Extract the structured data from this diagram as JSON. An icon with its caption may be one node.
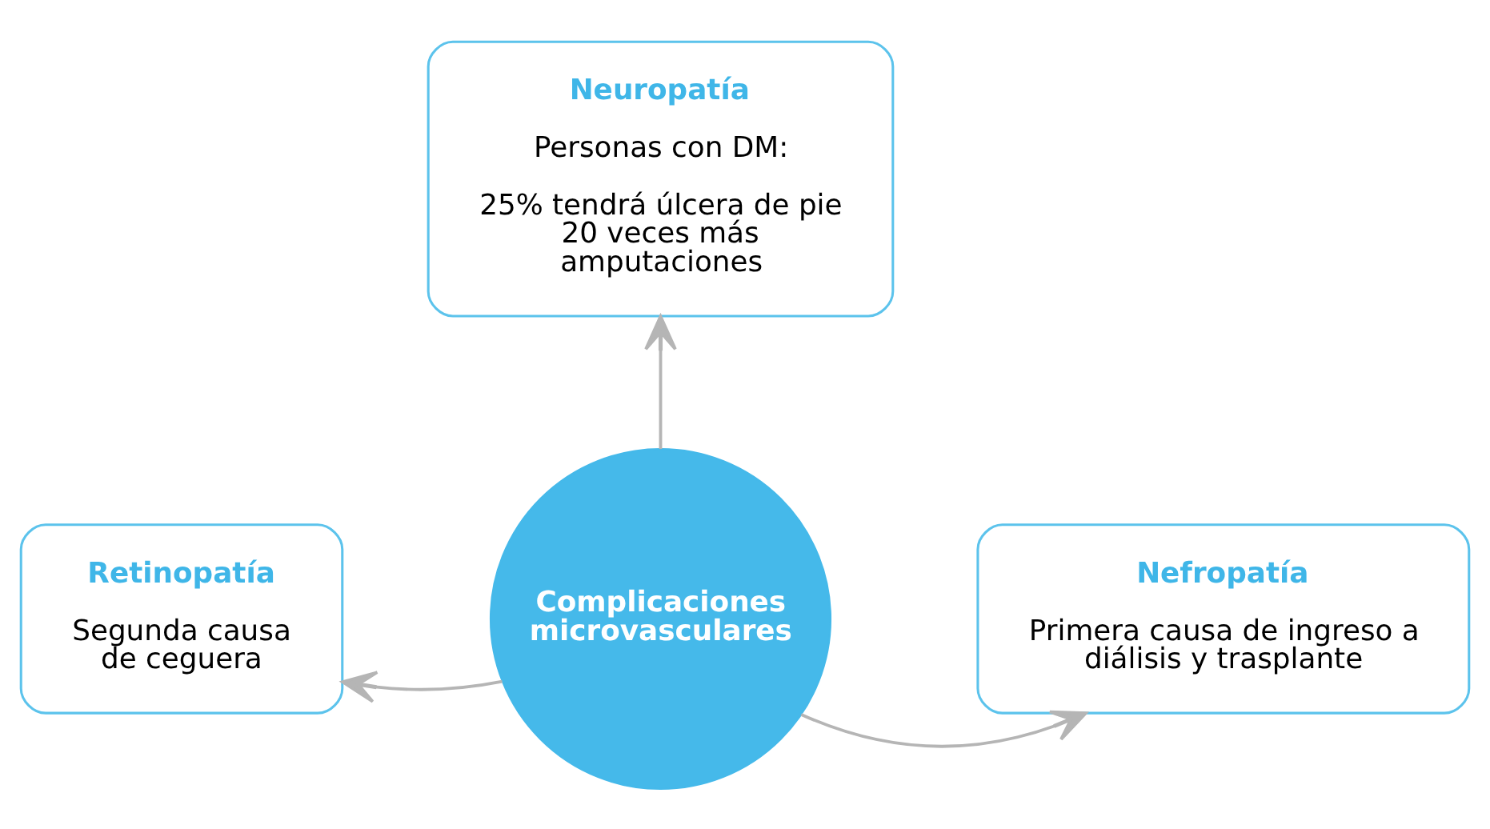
{
  "diagram": {
    "nodes": [
      {
        "text": [
          "Complicaciones microvasculares"
        ]
      },
      {
        "text": [
          "Neuropatía",
          "Personas con DM:",
          "25% tendrá úlcera de pie 20 veces más amputaciones"
        ]
      },
      {
        "text": [
          "Retinopatía",
          "Segunda causa de ceguera"
        ]
      },
      {
        "text": [
          "Nefropatía",
          "Primera causa de ingreso a diálisis y trasplante"
        ]
      }
    ],
    "edges": [
      {
        "from": 0,
        "to": 1,
        "arrow": "to"
      },
      {
        "from": 0,
        "to": 2,
        "arrow": "to"
      },
      {
        "from": 0,
        "to": 3,
        "arrow": "to"
      }
    ]
  }
}
